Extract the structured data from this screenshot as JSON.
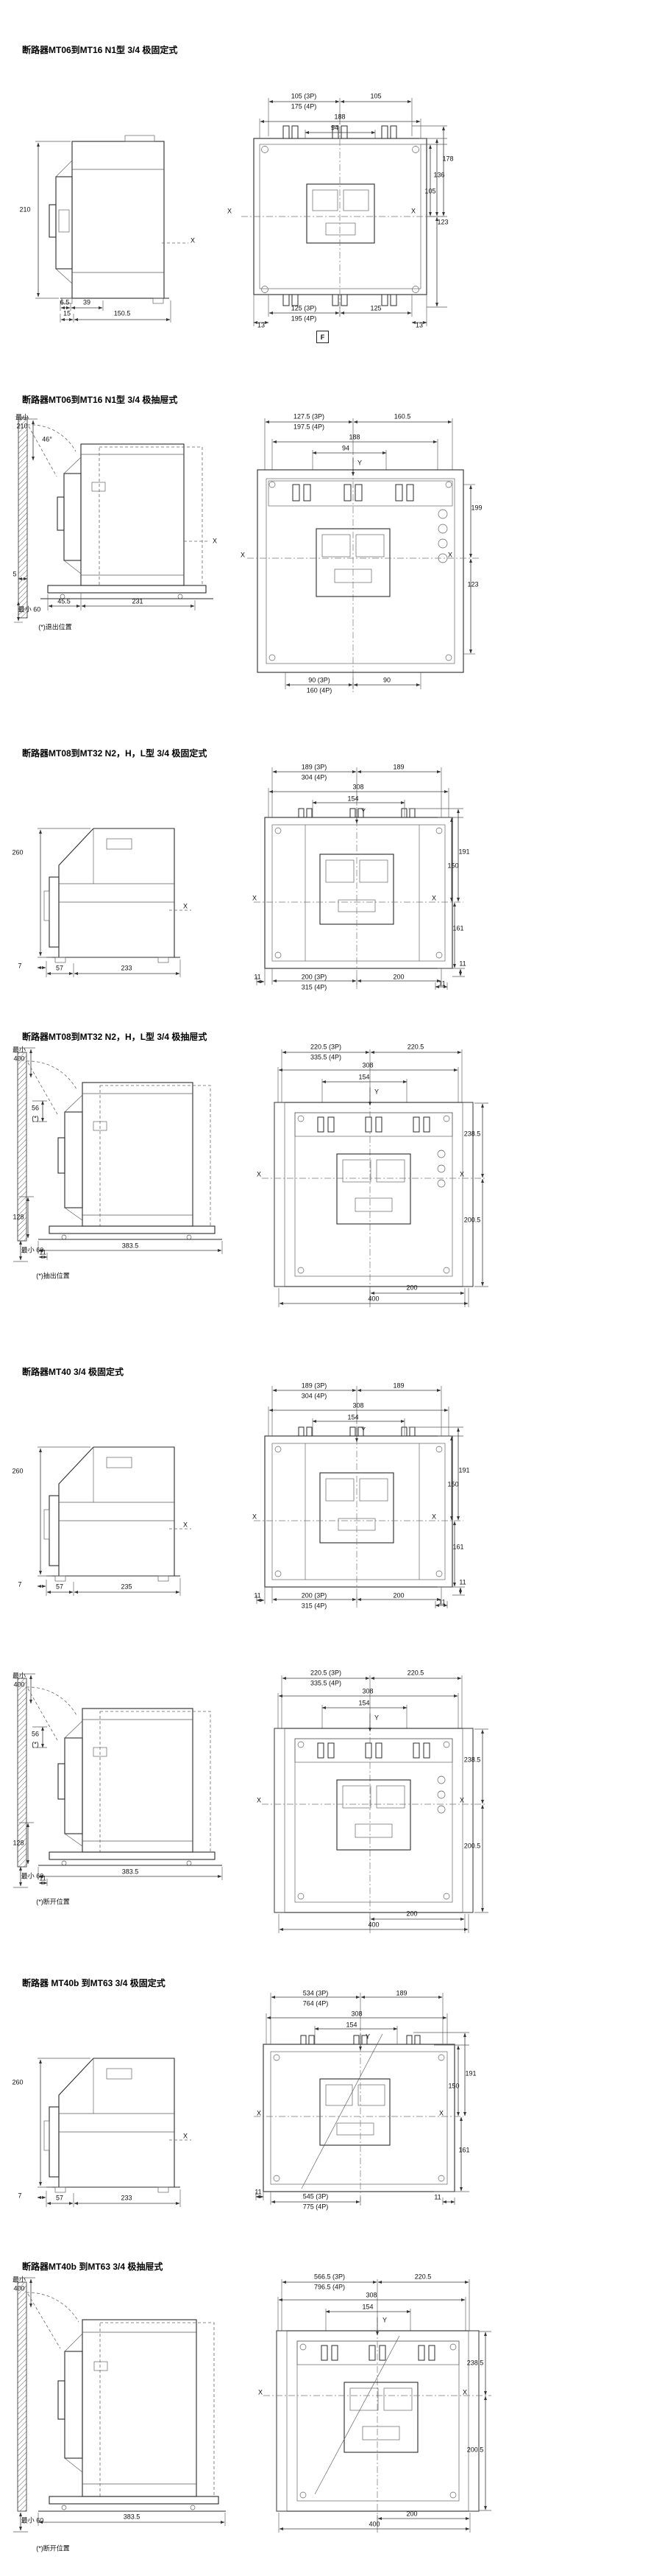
{
  "page": {
    "background": "#ffffff"
  },
  "sections": [
    {
      "id": "mt06-16-fixed",
      "title": "断路器MT06到MT16 N1型 3/4 极固定式",
      "dims": {
        "h": "210",
        "b1": "6.5",
        "b2": "39",
        "b3": "15",
        "b4": "150.5",
        "xs": "X",
        "f": "F",
        "t3p": "105 (3P)",
        "t4p": "175 (4P)",
        "tr": "105",
        "w1": "188",
        "w2": "94",
        "r1": "178",
        "r2": "136",
        "r3": "105",
        "r4": "123",
        "xl": "X",
        "xr": "X",
        "bb3p": "125 (3P)",
        "bb4p": "195 (4P)",
        "bbr": "125",
        "e1": "13",
        "e2": "13"
      }
    },
    {
      "id": "mt06-16-drawout",
      "title": "断路器MT06到MT16 N1型 3/4 极抽屉式",
      "dims": {
        "hmin": "最小",
        "h": "210",
        "ang": "46°",
        "d5": "5",
        "dmin": "最小 60",
        "b1": "45.5",
        "b2": "231",
        "note": "(*)退出位置",
        "xs": "X",
        "t3p": "127.5 (3P)",
        "t4p": "197.5 (4P)",
        "tr": "160.5",
        "w1": "188",
        "w2": "94",
        "yax": "Y",
        "r1": "199",
        "r2": "123",
        "xl": "X",
        "xr": "X",
        "bb3p": "90 (3P)",
        "bb4p": "160 (4P)",
        "bbr": "90"
      }
    },
    {
      "id": "mt08-32-fixed",
      "title": "断路器MT08到MT32 N2，H，L型 3/4 极固定式",
      "dims": {
        "h": "260",
        "b0": "7",
        "b1": "57",
        "b2": "233",
        "xs": "X",
        "t3p": "189 (3P)",
        "t4p": "304 (4P)",
        "tr": "189",
        "w1": "308",
        "w2": "154",
        "yax": "Y",
        "r1": "191",
        "r2": "150",
        "r3": "161",
        "r4": "11",
        "xl": "X",
        "xr": "X",
        "bl": "11",
        "bb3p": "200 (3P)",
        "bb4p": "315 (4P)",
        "bbr": "200",
        "br": "11"
      }
    },
    {
      "id": "mt08-32-drawout",
      "title": "断路器MT08到MT32 N2，H，L型 3/4 极抽屉式",
      "dims": {
        "hmin": "最小",
        "h": "400",
        "d56": "56",
        "dstar": "(*)",
        "d128": "128",
        "dmin": "最小 60",
        "b1": "11",
        "b2": "383.5",
        "note": "(*)抽出位置",
        "t3p": "220.5 (3P)",
        "t4p": "335.5 (4P)",
        "tr": "220.5",
        "w1": "308",
        "w2": "154",
        "yax": "Y",
        "r1": "238.5",
        "r2": "200.5",
        "xl": "X",
        "xr": "X",
        "bbr": "200",
        "btot": "400"
      }
    },
    {
      "id": "mt40-fixed",
      "title": "断路器MT40 3/4 极固定式",
      "dims": {
        "h": "260",
        "b0": "7",
        "b1": "57",
        "b2": "235",
        "xs": "X",
        "t3p": "189 (3P)",
        "t4p": "304 (4P)",
        "tr": "189",
        "w1": "308",
        "w2": "154",
        "yax": "Y",
        "r1": "191",
        "r2": "150",
        "r3": "161",
        "r4": "11",
        "xl": "X",
        "xr": "X",
        "bl": "11",
        "bb3p": "200 (3P)",
        "bb4p": "315 (4P)",
        "bbr": "200",
        "br": "11"
      }
    },
    {
      "id": "mt40-drawout",
      "title": "",
      "dims": {
        "hmin": "最小",
        "h": "400",
        "d56": "56",
        "dstar": "(*)",
        "d128": "128",
        "dmin": "最小 60",
        "b1": "11",
        "b2": "383.5",
        "note": "(*)断开位置",
        "t3p": "220.5 (3P)",
        "t4p": "335.5 (4P)",
        "tr": "220.5",
        "w1": "308",
        "w2": "154",
        "yax": "Y",
        "r1": "238.5",
        "r2": "200.5",
        "xl": "X",
        "xr": "X",
        "bbr": "200",
        "btot": "400"
      }
    },
    {
      "id": "mt40b-63-fixed",
      "title": "断路器 MT40b 到MT63 3/4 极固定式",
      "dims": {
        "h": "260",
        "b0": "7",
        "b1": "57",
        "b2": "233",
        "xs": "X",
        "t3p": "534 (3P)",
        "t4p": "764 (4P)",
        "tr": "189",
        "w1": "308",
        "w2": "154",
        "yax": "Y",
        "r1": "191",
        "r2": "150",
        "r3": "161",
        "xl": "X",
        "xr": "X",
        "bl": "11",
        "bb3p": "545 (3P)",
        "bb4p": "775 (4P)",
        "br": "11"
      }
    },
    {
      "id": "mt40b-63-drawout",
      "title": "断路器MT40b 到MT63 3/4 极抽屉式",
      "dims": {
        "hmin": "最小",
        "h": "400",
        "dmin": "最小 60",
        "b2": "383.5",
        "note": "(*)断开位置",
        "t3p": "566.5 (3P)",
        "t4p": "796.5 (4P)",
        "tr": "220.5",
        "w1": "308",
        "w2": "154",
        "yax": "Y",
        "r1": "238.5",
        "r2": "200.5",
        "xl": "X",
        "xr": "X",
        "bbr": "200",
        "btot": "400"
      }
    }
  ]
}
